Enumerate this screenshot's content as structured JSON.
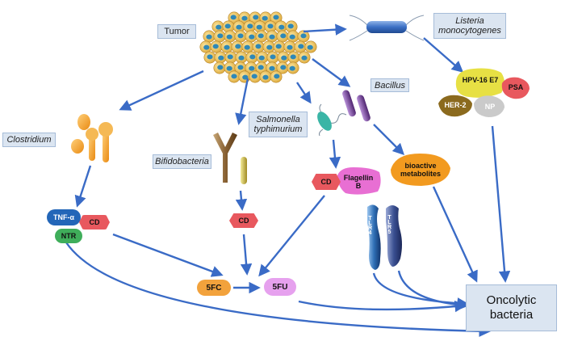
{
  "labels": {
    "tumor": "Tumor",
    "listeria_line1": "Listeria",
    "listeria_line2": "monocytogenes",
    "bacillus": "Bacillus",
    "clostridium": "Clostridium",
    "salmonella_line1": "Salmonella",
    "salmonella_line2": "typhimurium",
    "bifidobacteria": "Bifidobacteria"
  },
  "molecules": {
    "tnf": "TNF-α",
    "cd_left": "CD",
    "ntr": "NTR",
    "cd_mid": "CD",
    "cd_salmonella": "CD",
    "flagellin_line1": "Flagellin",
    "flagellin_line2": "B",
    "fc5": "5FC",
    "fu5": "5FU",
    "hpv": "HPV-16 E7",
    "psa": "PSA",
    "her2": "HER-2",
    "np": "NP",
    "metab_line1": "bioactive",
    "metab_line2": "metabolites",
    "tlr4": "TLR4",
    "tlr5": "TLR5"
  },
  "output": {
    "line1": "Oncolytic",
    "line2": "bacteria"
  },
  "colors": {
    "arrow": "#3a6bc6",
    "label_box_fill": "#dbe5f1",
    "tumor_cell": "#e6b84a",
    "tumor_nucleus": "#2f88b7",
    "orange": "#f39b24",
    "red": "#e8585e",
    "pink": "#e86fd3",
    "yellow": "#e6e03a",
    "olive": "#8b6a1e",
    "grey": "#c9c9c9",
    "purple_bacillus": "#6a3a86",
    "teal": "#3ab5a6",
    "tlr_blue": "#2f6fb5"
  }
}
